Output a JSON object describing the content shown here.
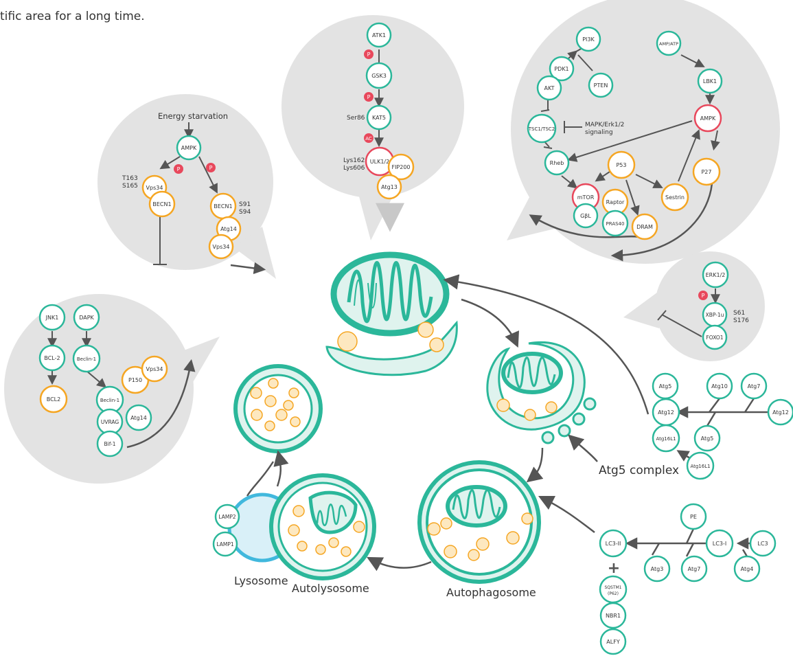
{
  "header": {
    "text": "tific area for a long time."
  },
  "colors": {
    "bubble": "#e3e3e3",
    "teal": "#2bb79a",
    "teal_fill": "#dff3ee",
    "orange": "#f5a623",
    "orange_fill": "#ffffff",
    "red": "#e8485c",
    "arrow": "#555555",
    "vesicle": "#fde8c0",
    "lysosome": "#41b8dd",
    "lysosome_fill": "#d9f0f8"
  },
  "labels": {
    "energy_starvation": "Energy starvation",
    "t163": "T163",
    "s165": "S165",
    "s91": "S91",
    "s94": "S94",
    "ser86": "Ser86",
    "lys162": "Lys162",
    "lys606": "Lys606",
    "mapk": "MAPK/Erk1/2",
    "signaling": "signaling",
    "s61": "S61",
    "s176": "S176",
    "atg5_complex": "Atg5 complex",
    "lysosome": "Lysosome",
    "autolysosome": "Autolysosome",
    "autophagosome": "Autophagosome",
    "plus": "+"
  },
  "nodes": {
    "ampk1": "AMPK",
    "vps34_a": "Vps34",
    "becn1_a": "BECN1",
    "becn1_b": "BECN1",
    "atg14_a": "Atg14",
    "vps34_b": "Vps34",
    "p_badge": "P",
    "ac_badge": "AC",
    "atk1": "ATK1",
    "gsk3": "GSK3",
    "kat5": "KAT5",
    "ulk12": "ULK1/2",
    "fip200": "FIP200",
    "atg13": "Atg13",
    "pi3k": "PI3K",
    "pdk1": "PDK1",
    "pten": "PTEN",
    "akt": "AKT",
    "amp_atp": "AMP/ATP",
    "lbk1": "LBK1",
    "tsc": "TSC1/TSC2",
    "ampk2": "AMPK",
    "rheb": "Rheb",
    "p53": "P53",
    "p27": "P27",
    "mtor": "mTOR",
    "raptor": "Raptor",
    "gbl": "GβL",
    "pras40": "PRAS40",
    "sestrin": "Sestrin",
    "dram": "DRAM",
    "erk12": "ERK1/2",
    "xbp1u": "XBP-1u",
    "foxo1": "FOXO1",
    "jnk1": "JNK1",
    "dapk": "DAPK",
    "bcl2a": "BCL-2",
    "beclin1a": "Beclin-1",
    "bcl2b": "BCL2",
    "p150": "P150",
    "vps34_c": "Vps34",
    "beclin1b": "Beclin-1",
    "uvrag": "UVRAG",
    "atg14_b": "Atg14",
    "bif1": "Bif-1",
    "atg5a": "Atg5",
    "atg10": "Atg10",
    "atg7a": "Atg7",
    "atg12a": "Atg12",
    "atg12b": "Atg12",
    "atg16l1a": "Atg16L1",
    "atg5b": "Atg5",
    "atg16l1b": "Atg16L1",
    "pe": "PE",
    "lc3ii": "LC3-II",
    "lc3i": "LC3-I",
    "lc3": "LC3",
    "atg3": "Atg3",
    "atg7b": "Atg7",
    "atg4": "Atg4",
    "sqstm1": "SQSTM1",
    "p62": "(P62)",
    "nbr1": "NBR1",
    "alfy": "ALFY",
    "lamp2": "LAMP2",
    "lamp1": "LAMP1"
  }
}
